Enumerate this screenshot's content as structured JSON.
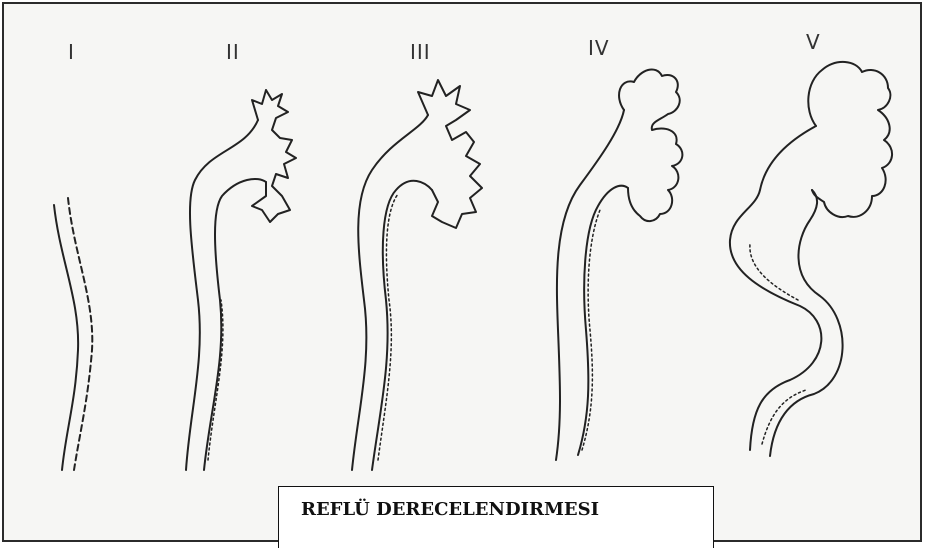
{
  "grades": [
    {
      "label": "I"
    },
    {
      "label": "II"
    },
    {
      "label": "III"
    },
    {
      "label": "IV"
    },
    {
      "label": "V"
    }
  ],
  "caption": "REFLÜ DERECELENDIRMESI"
}
